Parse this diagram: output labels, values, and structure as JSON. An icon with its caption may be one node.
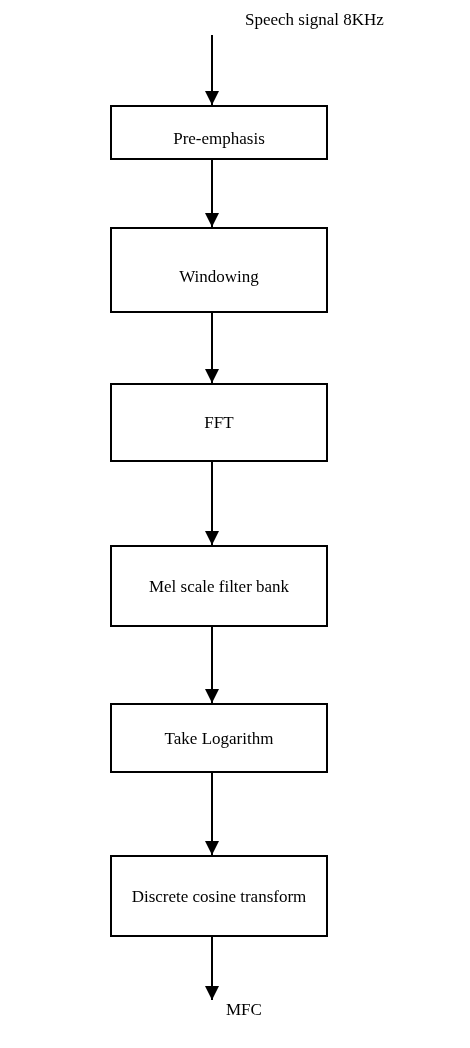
{
  "diagram": {
    "nodes": [
      {
        "text": [
          "Pre-emphasis"
        ]
      },
      {
        "text": [
          "Windowing"
        ]
      },
      {
        "text": [
          "FFT"
        ]
      },
      {
        "text": [
          "Mel scale filter bank"
        ]
      },
      {
        "text": [
          "Take Logarithm"
        ]
      },
      {
        "text": [
          "Discrete cosine transform"
        ]
      },
      {
        "text": [
          "MFC"
        ]
      }
    ],
    "edges": [
      {
        "from": null,
        "to": 0,
        "arrow": "to"
      },
      {
        "from": 0,
        "to": 1,
        "arrow": "to"
      },
      {
        "from": 1,
        "to": 2,
        "arrow": "to"
      },
      {
        "from": 2,
        "to": 3,
        "arrow": "to"
      },
      {
        "from": 3,
        "to": 4,
        "arrow": "to"
      },
      {
        "from": 4,
        "to": 5,
        "arrow": "to"
      },
      {
        "from": 5,
        "to": 6,
        "arrow": "to"
      }
    ],
    "labels": [
      "Speech signal 8KHz"
    ]
  }
}
